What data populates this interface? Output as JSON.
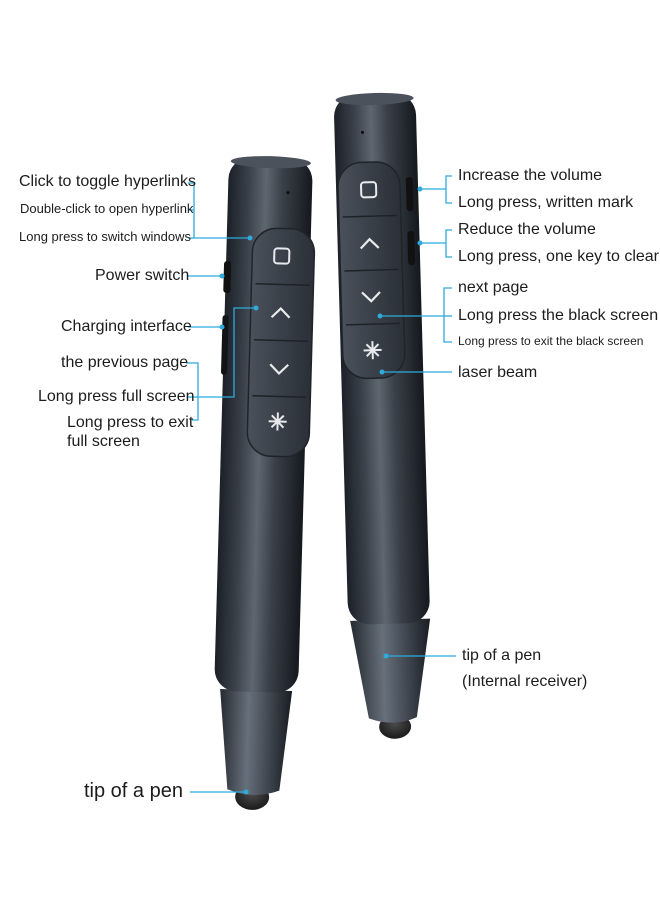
{
  "left_pen": {
    "labels": {
      "toggle_hyperlinks": "Click to toggle hyperlinks",
      "open_hyperlink": "Double-click to open hyperlink",
      "switch_windows": "Long press to switch windows",
      "power_switch": "Power switch",
      "charging_interface": "Charging interface",
      "previous_page": "the previous page",
      "full_screen": "Long press full screen",
      "exit_full_screen_1": "Long press to exit",
      "exit_full_screen_2": "full screen",
      "tip": "tip of a pen"
    }
  },
  "right_pen": {
    "labels": {
      "increase_volume": "Increase the volume",
      "written_mark": "Long press, written mark",
      "reduce_volume": "Reduce the volume",
      "clear": "Long press, one key to clear",
      "next_page": "next page",
      "black_screen": "Long press the black screen",
      "exit_black_screen": "Long press to exit the black screen",
      "laser_beam": "laser beam",
      "tip": "tip of a pen",
      "receiver": "(Internal receiver)"
    }
  },
  "colors": {
    "callout": "#2eaadc",
    "pen_body": "#2b3038",
    "pen_highlight": "#5a626d",
    "button_panel": "#3a4049",
    "background": "#ffffff"
  },
  "icons": [
    "square-button-icon",
    "chevron-up-icon",
    "chevron-down-icon",
    "laser-sun-icon"
  ]
}
